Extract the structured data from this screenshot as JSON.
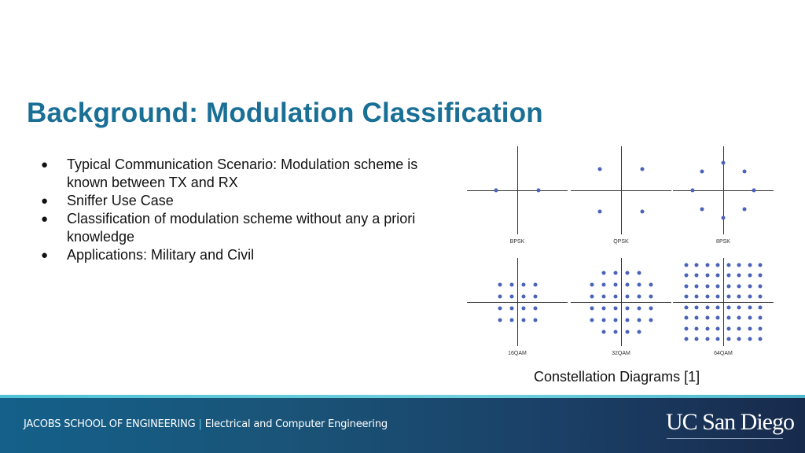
{
  "slide": {
    "title": "Background: Modulation Classification",
    "bullets": [
      {
        "text": "Typical Communication Scenario: Modulation scheme is known between TX and RX"
      },
      {
        "text": "Sniffer Use Case"
      },
      {
        "text": "Classification of modulation scheme without any a priori knowledge"
      },
      {
        "text": "Applications: Military and Civil"
      }
    ],
    "bullet_glyph": "●",
    "figure_caption": "Constellation Diagrams [1]"
  },
  "figure": {
    "point_color": "#4a63b8",
    "axis_color": "#333333",
    "panels": [
      {
        "label": "BPSK",
        "points": [
          [
            -0.5,
            0
          ],
          [
            0.5,
            0
          ]
        ]
      },
      {
        "label": "QPSK",
        "points": [
          [
            -0.5,
            0.5
          ],
          [
            0.5,
            0.5
          ],
          [
            -0.5,
            -0.5
          ],
          [
            0.5,
            -0.5
          ]
        ]
      },
      {
        "label": "8PSK",
        "points": [
          [
            0,
            0.65
          ],
          [
            -0.5,
            0.45
          ],
          [
            0.5,
            0.45
          ],
          [
            -0.72,
            0
          ],
          [
            0.72,
            0
          ],
          [
            -0.5,
            -0.45
          ],
          [
            0.5,
            -0.45
          ],
          [
            0,
            -0.65
          ]
        ]
      },
      {
        "label": "16QAM",
        "grid": 4
      },
      {
        "label": "32QAM",
        "grid": 6,
        "cross": true
      },
      {
        "label": "64QAM",
        "grid": 8
      }
    ]
  },
  "footer": {
    "school": "JACOBS SCHOOL OF ENGINEERING",
    "separator": "|",
    "department": "Electrical and Computer Engineering",
    "logo_text": "UC San Diego"
  }
}
